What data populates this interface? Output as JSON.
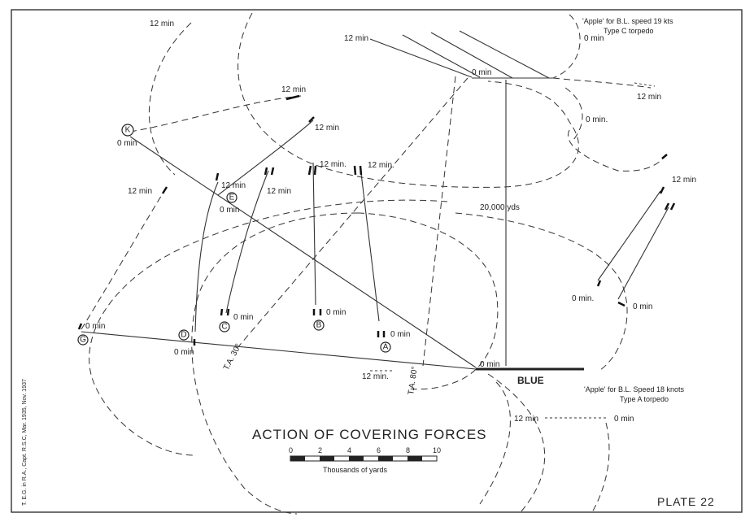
{
  "title": "ACTION OF COVERING FORCES",
  "plate_label": "PLATE 22",
  "side_note": "T. E.G. in R.A., Capt. R.S.C, Mar. 1935, Nov. 1937",
  "scale": {
    "ticks": [
      "0",
      "2",
      "4",
      "6",
      "8",
      "10"
    ],
    "caption": "Thousands of yards"
  },
  "blue_label": "BLUE",
  "range_label": "20,000 yds",
  "apple_top": {
    "line1": "'Apple' for B.L. speed 19 kts",
    "line2": "Type C torpedo"
  },
  "apple_bottom": {
    "line1": "'Apple' for B.L. Speed 18 knots",
    "line2": "Type A torpedo"
  },
  "ta_labels": [
    "T.A. 30°",
    "T.A. 80°"
  ],
  "units": {
    "K": {
      "letter": "K",
      "t0": "0 min",
      "t12": "12 min"
    },
    "E": {
      "letter": "E",
      "t0": "0 min",
      "t12": "12 min"
    },
    "G": {
      "letter": "G",
      "t0": "0 min",
      "t12": "12 min"
    },
    "D": {
      "letter": "D",
      "t0": "0 min",
      "t12": "12 min"
    },
    "C": {
      "letter": "C",
      "t0": "0 min",
      "t12": "12 min"
    },
    "B": {
      "letter": "B",
      "t0": "0 min",
      "t12": "12 min."
    },
    "A": {
      "letter": "A",
      "t0": "0 min",
      "t12": "12 min."
    }
  },
  "time_labels": {
    "top_left_12": "12 min",
    "top_12": "12 min",
    "top_0": "0 min",
    "apple_top_0": "0 min",
    "right_12": "12 min",
    "right_0": "0 min.",
    "east_12": "12 min",
    "east_0a": "0 min.",
    "east_0b": "0 min",
    "blue_0": "0 min",
    "blue_12": "12 min.",
    "bottom_12": "12 min",
    "bottom_0": "0 min"
  }
}
